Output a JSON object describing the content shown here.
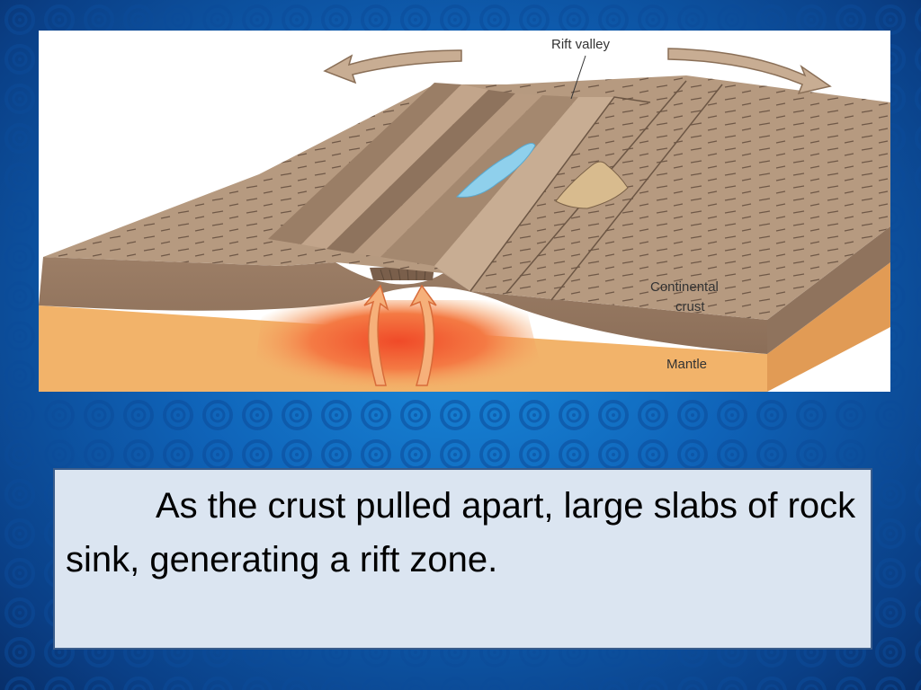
{
  "diagram": {
    "labels": {
      "rift_valley": "Rift valley",
      "continental_crust_line1": "Continental",
      "continental_crust_line2": "crust",
      "mantle": "Mantle"
    }
  },
  "caption": {
    "text": "As the crust pulled apart, large slabs of rock sink, generating a rift zone."
  },
  "colors": {
    "background": "#0f63b8",
    "caption_box": "#dbe5f1",
    "crust": "#a8896f",
    "mantle": "#f2b36a",
    "magma": "#f0552c",
    "lake": "#8fd0ec"
  }
}
